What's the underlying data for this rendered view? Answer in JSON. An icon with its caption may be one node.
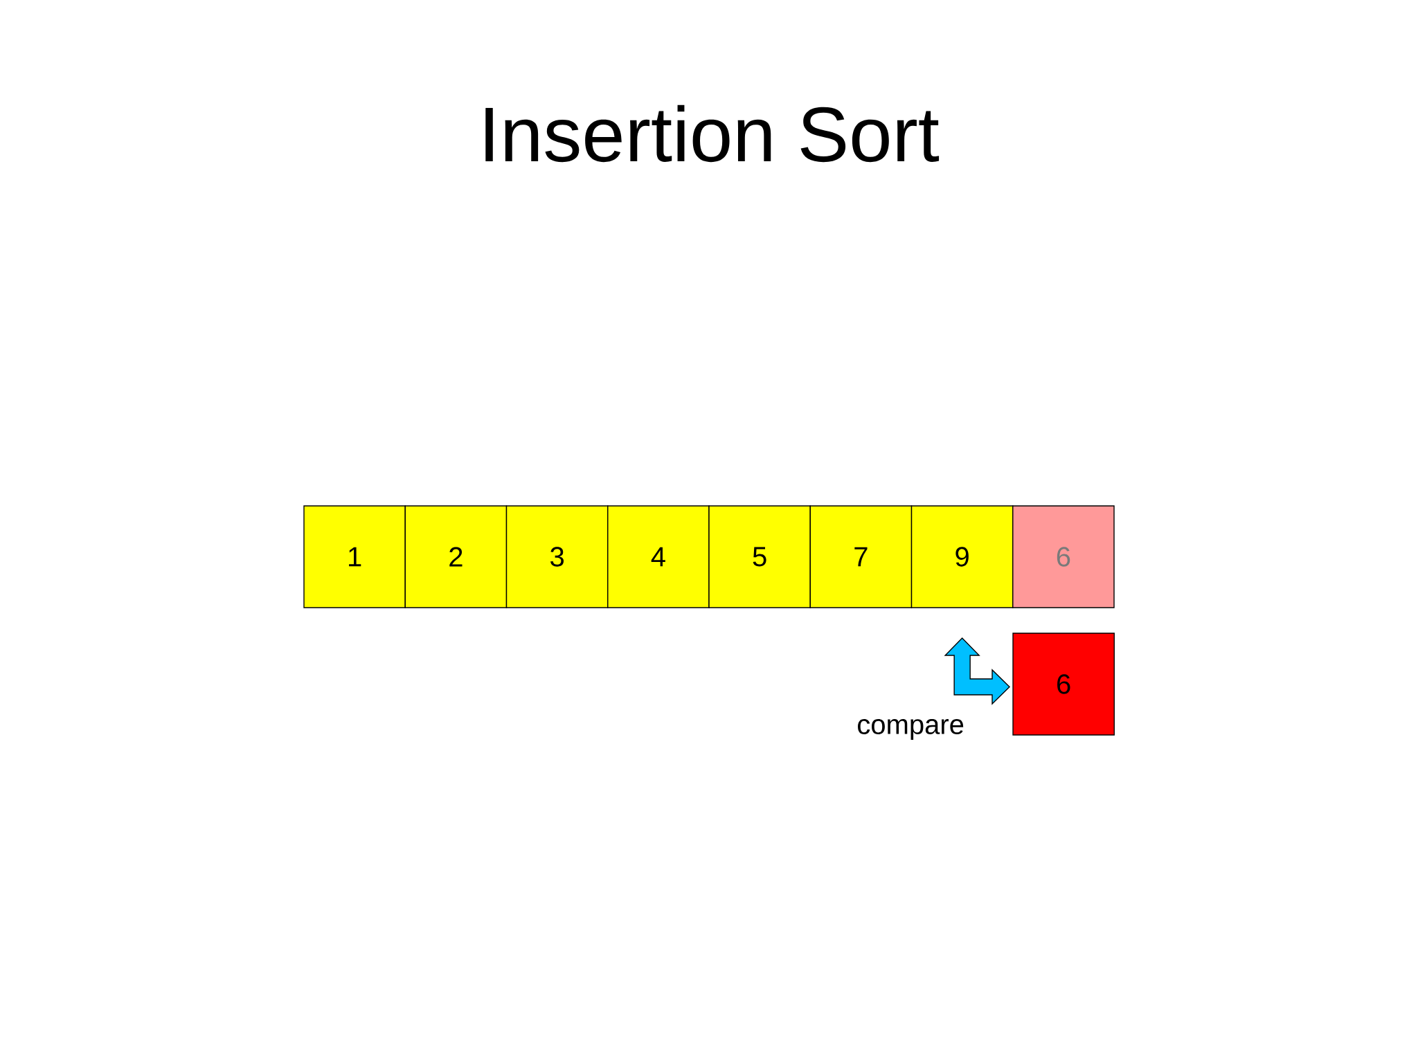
{
  "diagram": {
    "title": "Insertion Sort",
    "nodes": [
      {
        "text": [
          "1"
        ]
      },
      {
        "text": [
          "2"
        ]
      },
      {
        "text": [
          "3"
        ]
      },
      {
        "text": [
          "4"
        ]
      },
      {
        "text": [
          "5"
        ]
      },
      {
        "text": [
          "7"
        ]
      },
      {
        "text": [
          "9"
        ]
      },
      {
        "text": [
          "6"
        ]
      },
      {
        "text": [
          "6"
        ]
      }
    ],
    "edges": [
      {
        "from": 6,
        "to": 8,
        "arrow": "both",
        "label": "compare"
      }
    ]
  }
}
